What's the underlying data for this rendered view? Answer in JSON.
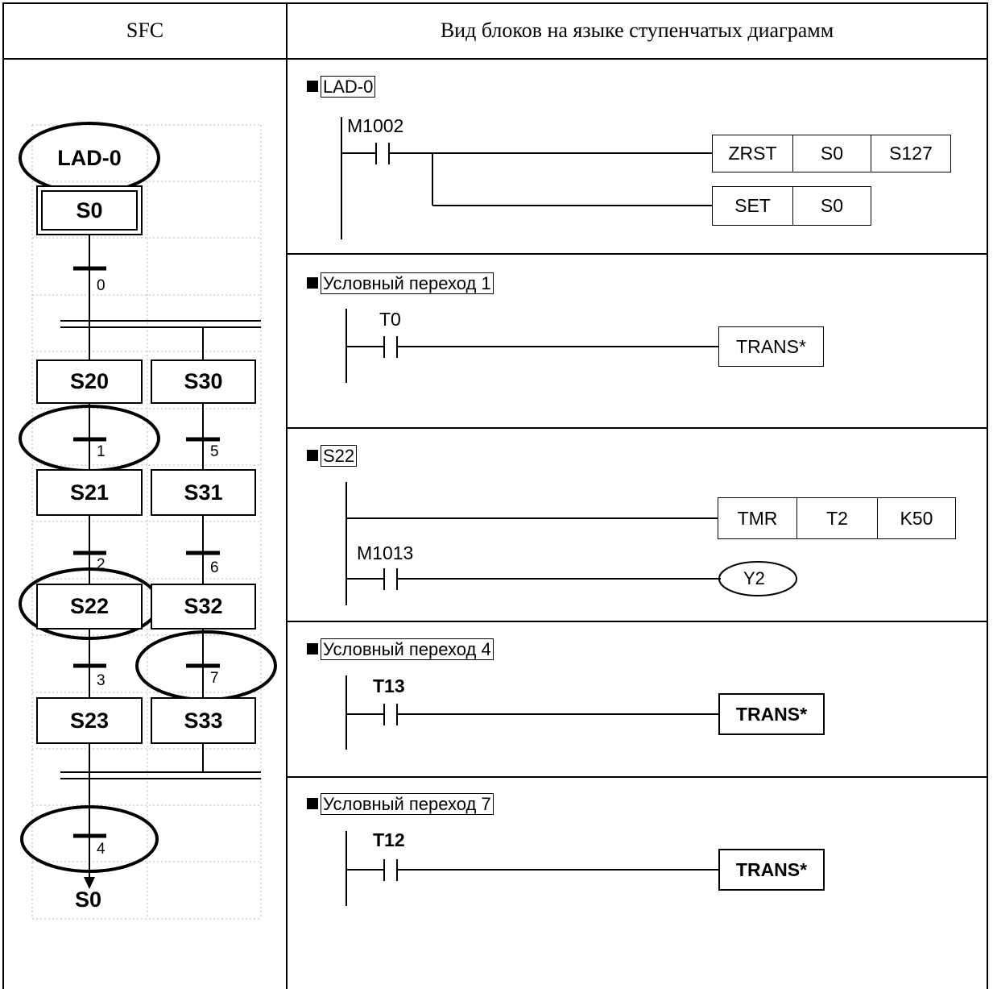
{
  "header": {
    "col1": "SFC",
    "col2": "Вид блоков на языке ступенчатых диаграмм"
  },
  "sfc": {
    "lad_label": "LAD-0",
    "initial_step": "S0",
    "steps_left": [
      "S20",
      "S21",
      "S22",
      "S23"
    ],
    "steps_right": [
      "S30",
      "S31",
      "S32",
      "S33"
    ],
    "transitions": [
      "0",
      "1",
      "5",
      "2",
      "6",
      "3",
      "7",
      "4"
    ],
    "jump_target": "S0"
  },
  "sections": [
    {
      "title": "LAD-0",
      "contact": "M1002",
      "row1": [
        "ZRST",
        "S0",
        "S127"
      ],
      "row2": [
        "SET",
        "S0"
      ]
    },
    {
      "title": "Условный переход 1",
      "contact": "T0",
      "output": "TRANS*"
    },
    {
      "title": "S22",
      "row1": [
        "TMR",
        "T2",
        "K50"
      ],
      "contact": "M1013",
      "coil": "Y2"
    },
    {
      "title": "Условный переход 4",
      "contact": "T13",
      "output": "TRANS*"
    },
    {
      "title": "Условный переход 7",
      "contact": "T12",
      "output": "TRANS*"
    }
  ]
}
